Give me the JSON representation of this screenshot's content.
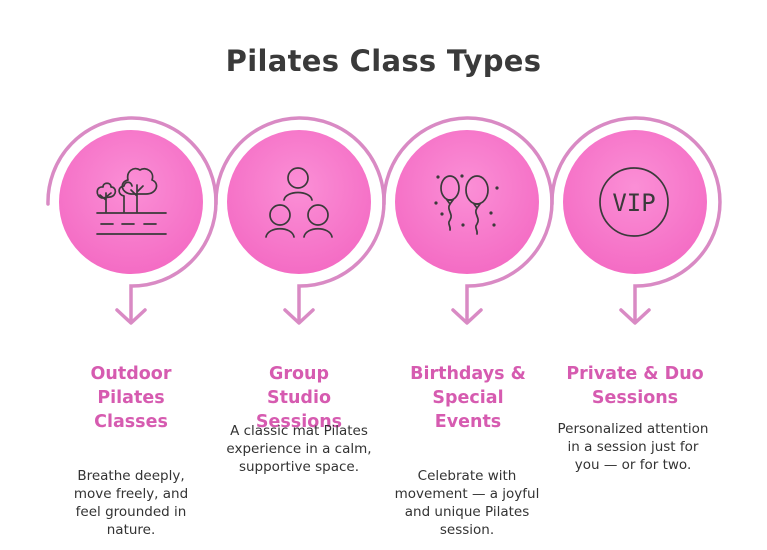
{
  "title": "Pilates Class Types",
  "colors": {
    "circle_fill": "#f974c8",
    "ring_stroke": "#d98ac4",
    "heading_text": "#d65bb0",
    "icon_stroke": "#3a3a3a"
  },
  "steps": [
    {
      "icon": "outdoor-trees-icon",
      "heading": "Outdoor Pilates Classes",
      "description": "Breathe deeply, move freely, and feel grounded in nature."
    },
    {
      "icon": "group-people-icon",
      "heading": "Group Studio Sessions",
      "description": "A classic mat Pilates experience in a calm, supportive space."
    },
    {
      "icon": "balloons-icon",
      "heading": "Birthdays & Special Events",
      "description": "Celebrate with movement — a joyful and unique Pilates session."
    },
    {
      "icon": "vip-icon",
      "icon_text": "VIP",
      "heading": "Private & Duo Sessions",
      "description": "Personalized attention in a session just for you — or for two."
    }
  ]
}
